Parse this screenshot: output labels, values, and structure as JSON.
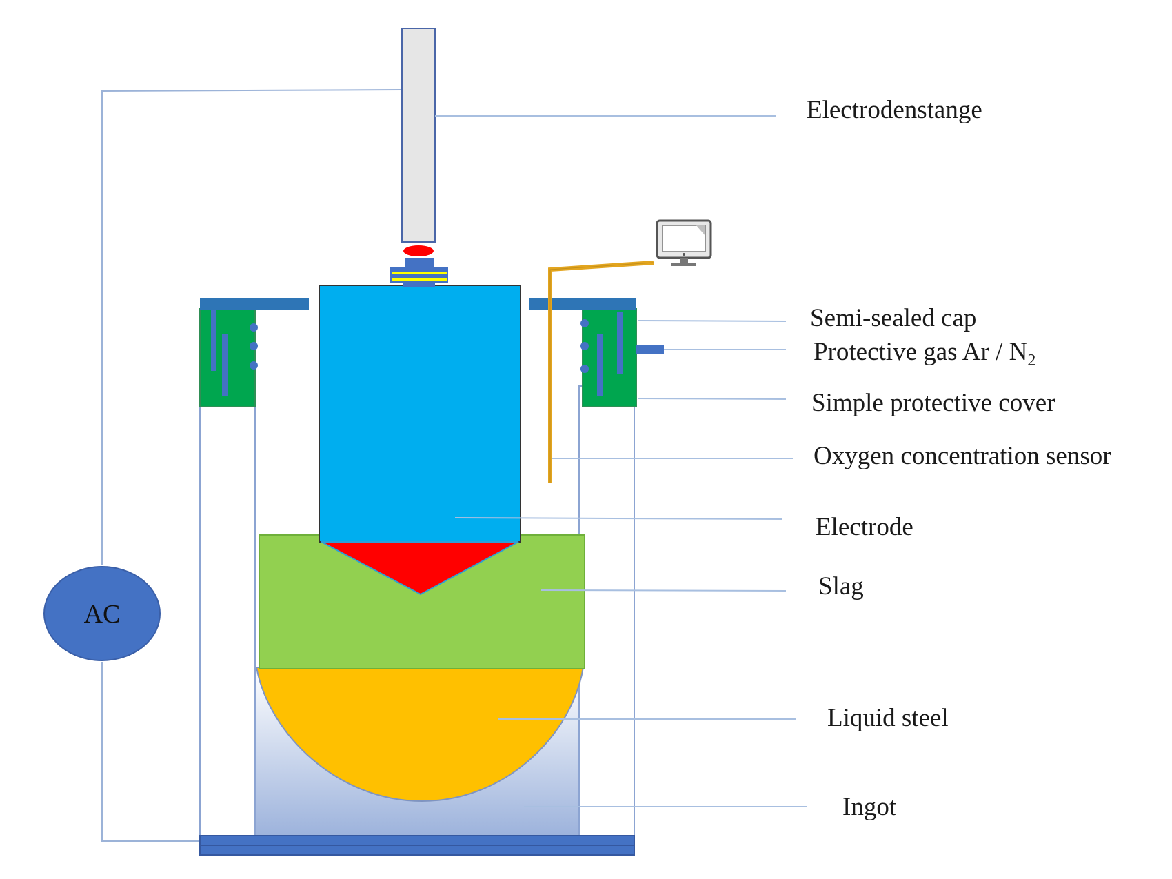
{
  "power_source": {
    "label": "AC"
  },
  "labels": {
    "electrodenstange": "Electrodenstange",
    "semi_sealed_cap": "Semi-sealed cap",
    "protective_gas_prefix": "Protective gas Ar / N",
    "protective_gas_subscript": "2",
    "simple_protective_cover": "Simple protective cover",
    "oxygen_sensor": "Oxygen concentration sensor",
    "electrode": "Electrode",
    "slag": "Slag",
    "liquid_steel": "Liquid steel",
    "ingot": "Ingot"
  },
  "colors": {
    "electrode": "#00aeef",
    "slag": "#92d050",
    "liquid_steel": "#ffc000",
    "melt_tip": "#ff0000",
    "cover": "#00a64f",
    "cap": "#2e75b6",
    "sensor_wire": "#e3a51f",
    "ac_source": "#4472c4",
    "ingot_gradient_top": "#ffffff",
    "ingot_gradient_bottom": "#9db3dc",
    "rod": "#e6e6e6"
  },
  "icons": {
    "sensor_monitor": "computer-monitor-icon"
  }
}
